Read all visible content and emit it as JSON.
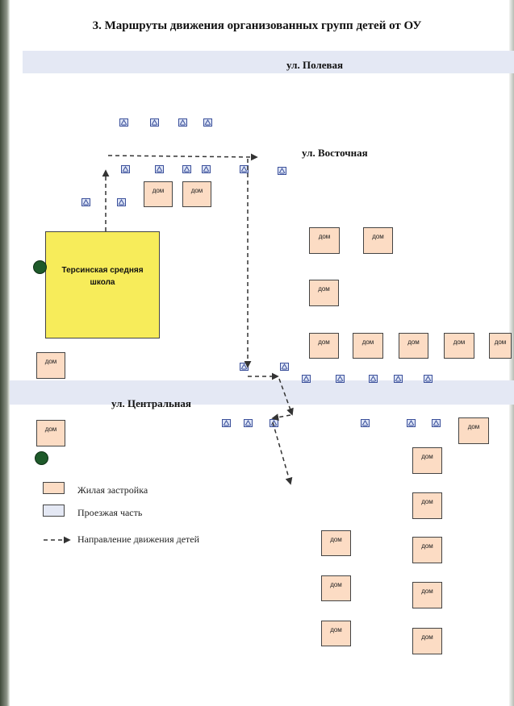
{
  "title": "3. Маршруты движения организованных групп детей от ОУ",
  "streets": {
    "poleva": "ул. Полевая",
    "vostochnaya": "ул. Восточная",
    "centralnaya": "ул. Центральная"
  },
  "school": {
    "line1": "Терсинская средняя",
    "line2": "школа"
  },
  "house_label": "дом",
  "legend": {
    "residential": "Жилая застройка",
    "roadway": "Проезжая часть",
    "children_route": "Направление движения детей"
  },
  "colors": {
    "house_fill": "#fcdcc4",
    "road_fill": "#e4e8f4",
    "school_fill": "#f7ec5a",
    "tree_fill": "#1e5a2a",
    "route_stroke": "#333333"
  }
}
